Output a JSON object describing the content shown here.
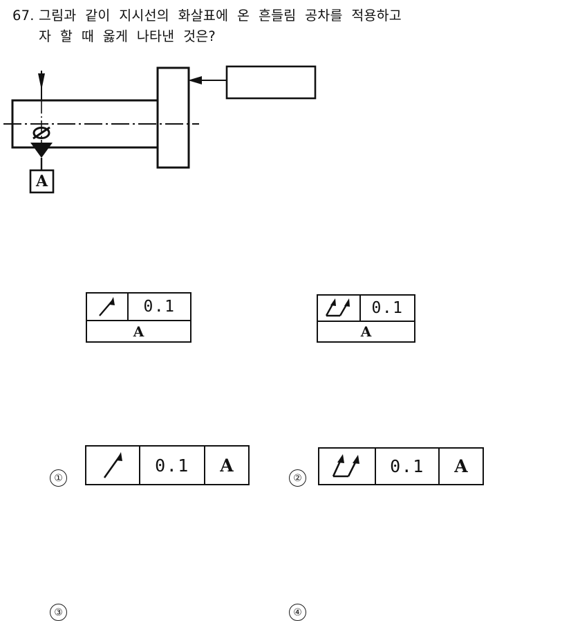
{
  "question": {
    "number": "67.",
    "line1": "그림과  같이  지시선의  화살표에  온  흔들림  공차를  적용하고",
    "line2": "자  할  때  옳게  나타낸  것은?"
  },
  "drawing": {
    "datum_label": "A",
    "diameter_symbol": "⌀",
    "callout_box_text": "",
    "description": "shaft with flange, leader arrow to empty feature control frame, datum feature A below"
  },
  "options": [
    {
      "marker": "①",
      "layout": "single-row",
      "symbol": "circular-runout",
      "symbol_arrows": 1,
      "tolerance": "0.1",
      "datum": "A"
    },
    {
      "marker": "②",
      "layout": "single-row",
      "symbol": "total-runout",
      "symbol_arrows": 2,
      "tolerance": "0.1",
      "datum": "A"
    },
    {
      "marker": "③",
      "layout": "two-row",
      "symbol": "circular-runout",
      "symbol_arrows": 1,
      "tolerance": "0.1",
      "datum": "A"
    },
    {
      "marker": "④",
      "layout": "two-row",
      "symbol": "total-runout",
      "symbol_arrows": 2,
      "tolerance": "0.1",
      "datum": "A"
    }
  ],
  "colors": {
    "ink": "#111111",
    "paper": "#ffffff"
  }
}
